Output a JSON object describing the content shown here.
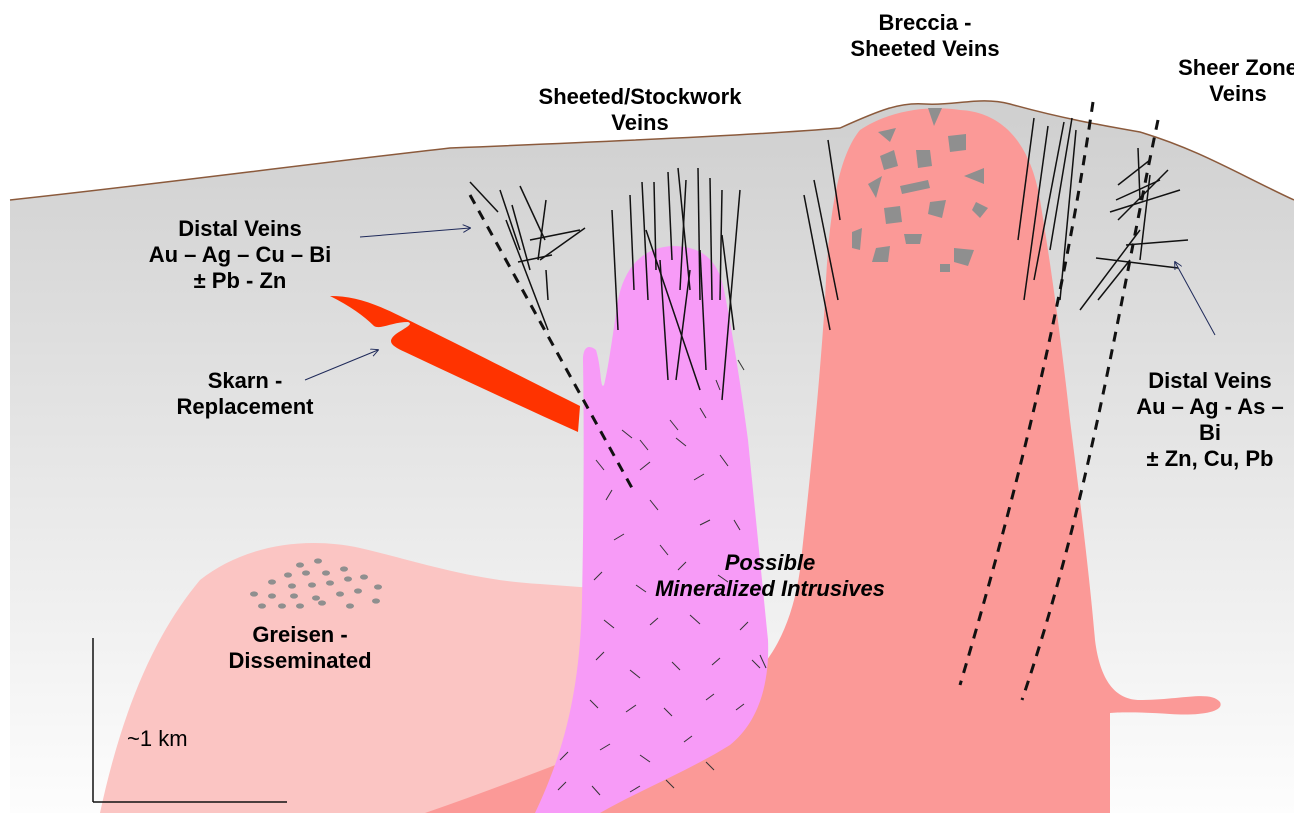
{
  "labels": {
    "breccia": [
      "Breccia -",
      "Sheeted Veins"
    ],
    "sheer_zone": [
      "Sheer Zone",
      "Veins"
    ],
    "sheeted_stockwork": [
      "Sheeted/Stockwork",
      "Veins"
    ],
    "distal_left": [
      "Distal Veins",
      "Au – Ag – Cu – Bi",
      "± Pb - Zn"
    ],
    "skarn": [
      "Skarn -",
      "Replacement"
    ],
    "distal_right": [
      "Distal Veins",
      "Au – Ag - As –",
      "Bi",
      "± Zn, Cu, Pb"
    ],
    "intrusives": [
      "Possible",
      "Mineralized Intrusives"
    ],
    "greisen": [
      "Greisen -",
      "Disseminated"
    ],
    "scale": "~1 km"
  },
  "colors": {
    "sky_top": "#d4d4d4",
    "sky_bottom": "#ffffff",
    "surface": "#8b5a3c",
    "greisen_body": "#fbc5c3",
    "pink_intrusion": "#fb9997",
    "magenta_intrusion": "#f79bf7",
    "skarn": "#ff3300",
    "clast": "#8f8f8f",
    "arrow": "#1f2a5a"
  }
}
